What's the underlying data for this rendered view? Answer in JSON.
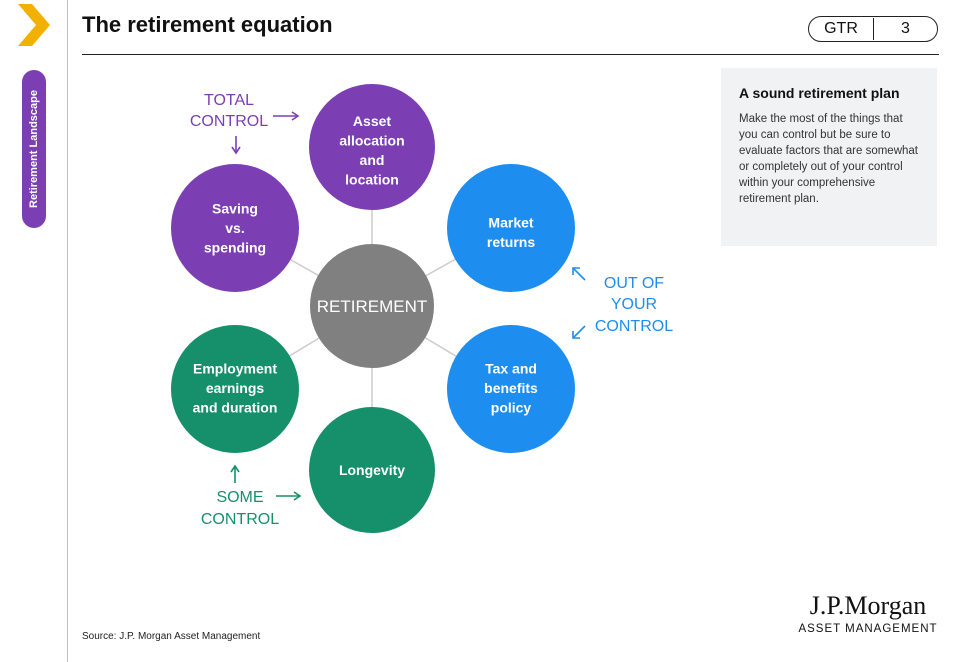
{
  "header": {
    "title": "The retirement equation",
    "badge_code": "GTR",
    "page_number": "3"
  },
  "side_tab": {
    "label": "Retirement Landscape"
  },
  "diagram": {
    "center_label": "RETIREMENT",
    "nodes": [
      {
        "lines": [
          "Asset",
          "allocation",
          "and",
          "location"
        ],
        "color": "#7b3fb3"
      },
      {
        "lines": [
          "Market",
          "returns"
        ],
        "color": "#1d8ef0"
      },
      {
        "lines": [
          "Tax and",
          "benefits",
          "policy"
        ],
        "color": "#1d8ef0"
      },
      {
        "lines": [
          "Longevity"
        ],
        "color": "#16906a"
      },
      {
        "lines": [
          "Employment",
          "earnings",
          "and duration"
        ],
        "color": "#16906a"
      },
      {
        "lines": [
          "Saving",
          "vs.",
          "spending"
        ],
        "color": "#7b3fb3"
      }
    ],
    "groups": {
      "total": {
        "lines": [
          "TOTAL",
          "CONTROL"
        ],
        "color": "#7b3fb3"
      },
      "out": {
        "lines": [
          "OUT OF",
          "YOUR",
          "CONTROL"
        ],
        "color": "#1d8ef0"
      },
      "some": {
        "lines": [
          "SOME",
          "CONTROL"
        ],
        "color": "#16906a"
      }
    },
    "colors": {
      "center": "#808080",
      "connector": "#cccccc",
      "chevron": "#f2b100"
    }
  },
  "info_box": {
    "heading": "A sound retirement plan",
    "body": "Make the most of the things that you can control but be sure to evaluate factors that are somewhat or completely out of your control within your comprehensive retirement plan."
  },
  "footer": {
    "source": "Source: J.P. Morgan Asset Management",
    "logo_brand": "J.P.Morgan",
    "logo_sub": "ASSET MANAGEMENT"
  }
}
